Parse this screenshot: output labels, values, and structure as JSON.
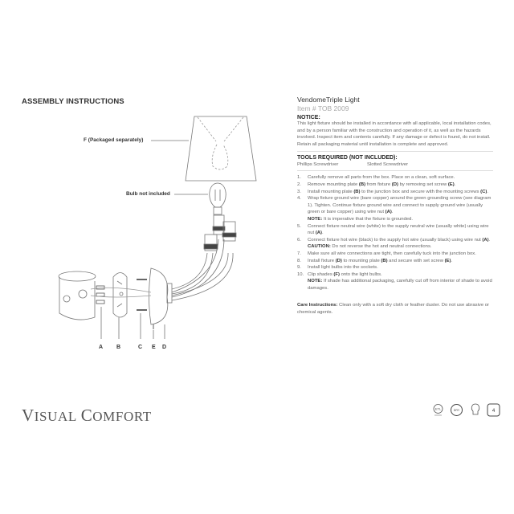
{
  "left": {
    "title": "ASSEMBLY INSTRUCTIONS",
    "callout_f": "F (Packaged separately)",
    "callout_bulb": "Bulb not included",
    "part_letters": [
      "A",
      "B",
      "C",
      "E",
      "D"
    ],
    "logo": {
      "first_cap": "V",
      "first_rest": "ISUAL",
      "second_cap": "C",
      "second_rest": "OMFORT"
    }
  },
  "right": {
    "product_name": "VendomeTriple Light",
    "item_number": "Item # TOB 2009",
    "notice_heading": "NOTICE:",
    "notice_text": "This light fixture should be installed in accordance with all applicable, local installation codes, and by a person familiar with the construction and operation of it, as well as the hazards involved. Inspect item and contents carefully. If any damage or defect is found, do not install. Retain all packaging material until installation is complete and approved.",
    "tools_heading": "TOOLS REQUIRED (NOT INCLUDED):",
    "tools": [
      "Phillips Screwdriver",
      "Slotted Screwdriver"
    ],
    "steps": [
      {
        "num": "1.",
        "parts": [
          [
            "t",
            "Carefully remove all parts from the box. Place on a clean, soft surface."
          ]
        ]
      },
      {
        "num": "2.",
        "parts": [
          [
            "t",
            "Remove mounting plate "
          ],
          [
            "b",
            "(B)"
          ],
          [
            "t",
            " from fixture "
          ],
          [
            "b",
            "(D)"
          ],
          [
            "t",
            " by removing set screw "
          ],
          [
            "b",
            "(E)"
          ],
          [
            "t",
            "."
          ]
        ]
      },
      {
        "num": "3.",
        "parts": [
          [
            "t",
            "Install mounting plate "
          ],
          [
            "b",
            "(B)"
          ],
          [
            "t",
            " to the junction box and secure with the mounting screws "
          ],
          [
            "b",
            "(C)"
          ],
          [
            "t",
            "."
          ]
        ]
      },
      {
        "num": "4.",
        "parts": [
          [
            "t",
            "Wrap fixture ground wire (bare copper) around the green grounding screw (see diagram 1). Tighten. Continue fixture ground wire and connect to supply ground wire (usually green or bare copper) using wire nut "
          ],
          [
            "b",
            "(A)"
          ],
          [
            "t",
            "."
          ]
        ],
        "note_label": "NOTE:",
        "note_text": " It is imperative that the fixture is grounded."
      },
      {
        "num": "5.",
        "parts": [
          [
            "t",
            "Connect fixture neutral wire (white) to the supply neutral wire (usually white) using wire nut "
          ],
          [
            "b",
            "(A)"
          ],
          [
            "t",
            "."
          ]
        ]
      },
      {
        "num": "6.",
        "parts": [
          [
            "t",
            "Connect fixture hot wire (black) to the supply hot wire (usually black) using wire nut "
          ],
          [
            "b",
            "(A)"
          ],
          [
            "t",
            "."
          ]
        ],
        "note_label": "CAUTION:",
        "note_text": " Do not reverse the hot and neutral connections."
      },
      {
        "num": "7.",
        "parts": [
          [
            "t",
            "Make sure all wire connections are tight, then carefully tuck into the junction box."
          ]
        ]
      },
      {
        "num": "8.",
        "parts": [
          [
            "t",
            "Install fixture "
          ],
          [
            "b",
            "(D)"
          ],
          [
            "t",
            " to mounting plate "
          ],
          [
            "b",
            "(B)"
          ],
          [
            "t",
            " and secure with set screw "
          ],
          [
            "b",
            "(E)"
          ],
          [
            "t",
            "."
          ]
        ]
      },
      {
        "num": "9.",
        "parts": [
          [
            "t",
            "Install light bulbs into the sockets."
          ]
        ]
      },
      {
        "num": "10.",
        "parts": [
          [
            "t",
            "Clip shades "
          ],
          [
            "b",
            "(F)"
          ],
          [
            "t",
            " onto the light bulbs."
          ]
        ],
        "note_label": "NOTE:",
        "note_text": " If shade has additional packaging, carefully cut off from interior of shade to avoid damages."
      }
    ],
    "care_label": "Care Instructions:",
    "care_text": " Clean only with a soft dry cloth or feather duster. Do not use abrasive or chemical agents.",
    "cert_icons": [
      {
        "name": "etl-listed-icon",
        "text": "ETL"
      },
      {
        "name": "dry-rated-icon",
        "text": "DRY"
      },
      {
        "name": "bulb-icon",
        "text": ""
      },
      {
        "name": "bulb-count-icon",
        "text": "4"
      }
    ]
  }
}
